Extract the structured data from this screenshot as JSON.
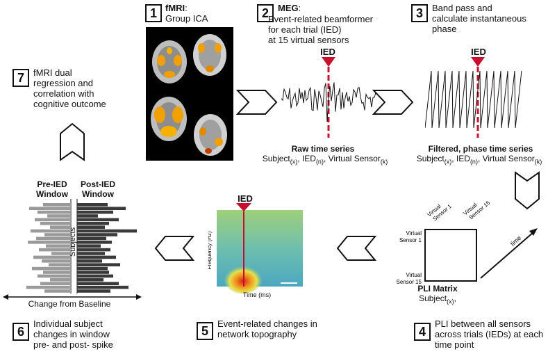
{
  "steps": [
    {
      "num": "1",
      "title": "fMRI",
      "title_suffix": ":",
      "line2": "Group ICA"
    },
    {
      "num": "2",
      "title": "MEG",
      "title_suffix": ":",
      "line2": "Event-related beamformer",
      "line3": "for each trial (IED)",
      "line4": "at 15 virtual sensors"
    },
    {
      "num": "3",
      "line1": "Band pass and",
      "line2": "calculate instantaneous",
      "line3": "phase"
    },
    {
      "num": "4",
      "line1": "PLI between all sensors",
      "line2": "across trials (IEDs) at each",
      "line3": "time point"
    },
    {
      "num": "5",
      "line1": "Event-related changes in",
      "line2": "network topography"
    },
    {
      "num": "6",
      "line1": "Individual subject",
      "line2": "changes in window",
      "line3": "pre- and post- spike"
    },
    {
      "num": "7",
      "line1": "fMRI dual",
      "line2": "regression and",
      "line3": "correlation with",
      "line4": "cognitive outcome"
    }
  ],
  "ied_label": "IED",
  "raw": {
    "title": "Raw  time series",
    "subtitle": "Subject(x), IED(n), Virtual Sensor(k)"
  },
  "filtered": {
    "title": "Filtered, phase time series",
    "subtitle": "Subject(x), IED(n), Virtual Sensor(k)"
  },
  "pli": {
    "title": "PLI Matrix",
    "subtitle": "Subject(x),",
    "vs1_top": "Virtual Sensor 1",
    "vs15_top": "Virtual Sensor 15",
    "vs1_left_a": "Virtual",
    "vs1_left_b": "Sensor 1",
    "vs15_left_a": "Virtual",
    "vs15_left_b": "Sensor 15",
    "time": "time"
  },
  "spectrogram": {
    "ylabel": "Frequency (Hz)",
    "xlabel": "Time (ms)"
  },
  "bars": {
    "pre_a": "Pre-IED",
    "pre_b": "Window",
    "post_a": "Post-IED",
    "post_b": "Window",
    "subjects": "Subjects",
    "xaxis": "Change from Baseline"
  },
  "colors": {
    "ied_red": "#c8102e",
    "brain_bg": "#000000",
    "pre_bar": "#9a9a9a",
    "post_bar": "#3a3a3a"
  }
}
